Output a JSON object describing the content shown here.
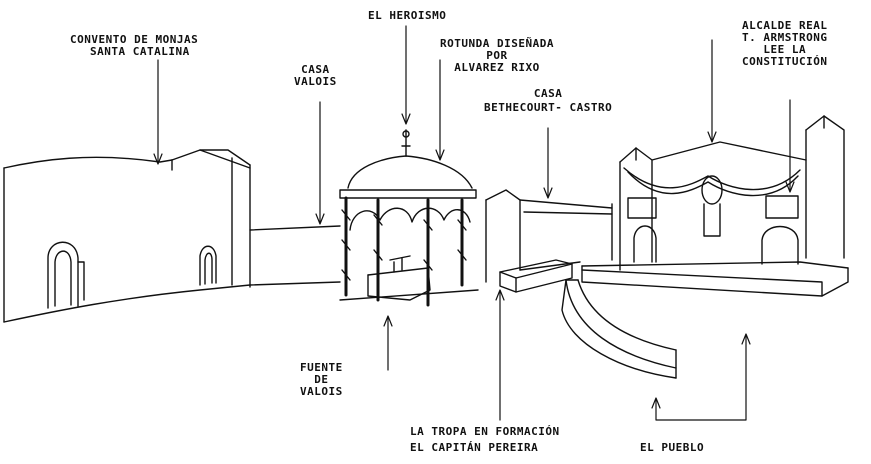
{
  "labels": {
    "convento": [
      "CONVENTO DE MONJAS",
      "SANTA CATALINA"
    ],
    "heroismo": "EL HEROISMO",
    "rotunda": [
      "ROTUNDA DISEÑADA",
      "POR",
      "ALVAREZ RIXO"
    ],
    "alcalde": [
      "ALCALDE REAL",
      "T. ARMSTRONG",
      "LEE LA",
      "CONSTITUCIÓN"
    ],
    "casa_valois": [
      "CASA",
      "VALOIS"
    ],
    "casa_bethencourt": [
      "CASA",
      "BETHECOURT- CASTRO"
    ],
    "fuente": [
      "FUENTE",
      "DE",
      "VALOIS"
    ],
    "tropa": [
      "LA TROPA EN FORMACIÓN",
      "EL CAPITÁN PEREIRA"
    ],
    "pueblo": "EL PUEBLO"
  },
  "colors": {
    "ink": "#111111",
    "paper": "#ffffff"
  }
}
